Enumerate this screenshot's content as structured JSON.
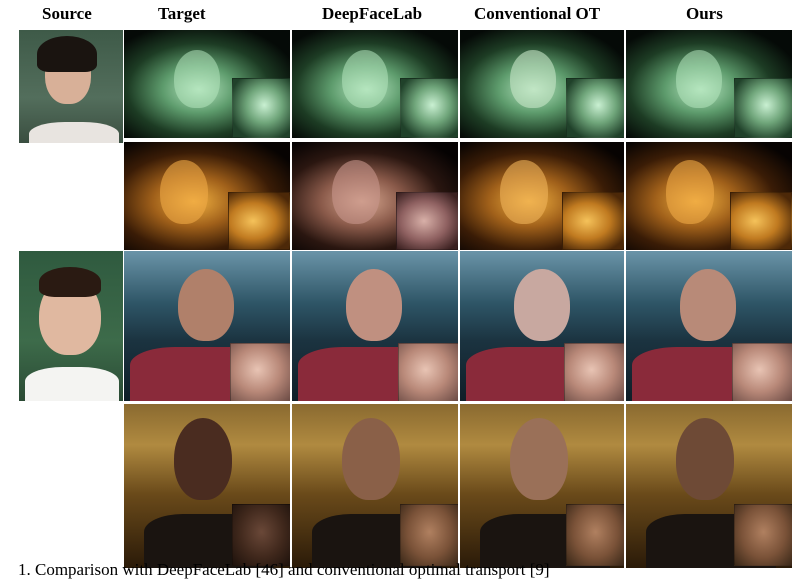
{
  "headers": {
    "source": "Source",
    "target": "Target",
    "deepfacelab": "DeepFaceLab",
    "conventional_ot": "Conventional OT",
    "ours": "Ours"
  },
  "caption": "1.   Comparison with DeepFaceLab [46] and conventional optimal transport [9]"
}
